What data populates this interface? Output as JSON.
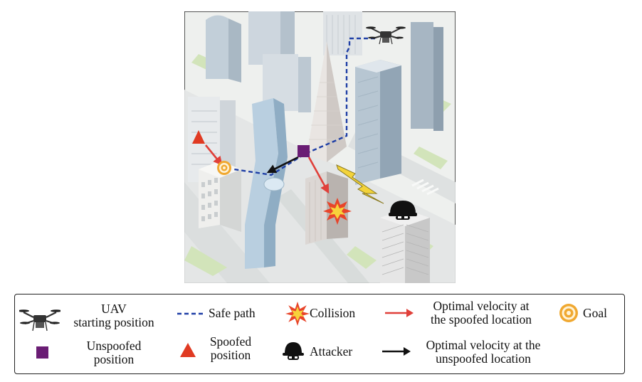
{
  "figure": {
    "scene": {
      "colors": {
        "safe_path": "#1f3fa6",
        "spoofed_velocity": "#e0403a",
        "unspoofed_velocity": "#111111",
        "spoofed_marker": "#e03a22",
        "unspoofed_marker": "#6a1d74",
        "goal": "#f0a830",
        "lightning": "#f3d33a"
      }
    },
    "legend": {
      "uav_label_line1": "UAV",
      "uav_label_line2": "starting position",
      "safe_path_label": "Safe path",
      "collision_label": "Collision",
      "spoofed_velocity_line1": "Optimal velocity at",
      "spoofed_velocity_line2": "the spoofed location",
      "goal_label": "Goal",
      "unspoofed_label_line1": "Unspoofed",
      "unspoofed_label_line2": "position",
      "spoofed_label_line1": "Spoofed",
      "spoofed_label_line2": "position",
      "attacker_label": "Attacker",
      "unspoofed_velocity_line1": "Optimal velocity at the",
      "unspoofed_velocity_line2": "unspoofed location"
    }
  }
}
